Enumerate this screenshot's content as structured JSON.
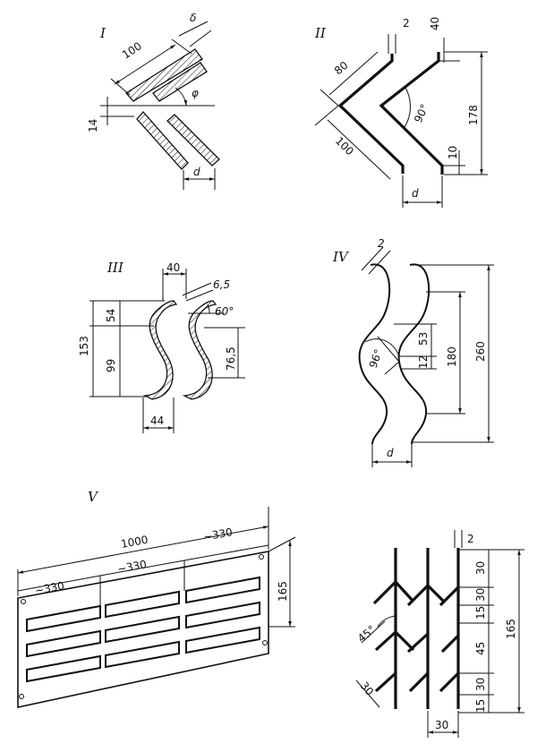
{
  "figures": {
    "I": {
      "label": "I",
      "dims": {
        "len100": "100",
        "delta": "δ",
        "angle": "φ",
        "gap14": "14",
        "d": "d"
      }
    },
    "II": {
      "label": "II",
      "dims": {
        "t2": "2",
        "d40": "40",
        "d80": "80",
        "angle": "90°",
        "d178": "178",
        "d100": "100",
        "d10": "10",
        "d": "d"
      }
    },
    "III": {
      "label": "III",
      "dims": {
        "d40": "40",
        "d6_5": "6,5",
        "angle": "60°",
        "d54": "54",
        "d153": "153",
        "d99": "99",
        "d76_5": "76,5",
        "d44": "44"
      }
    },
    "IV": {
      "label": "IV",
      "dims": {
        "t2": "2",
        "angle": "96°",
        "d53": "53",
        "d12": "12",
        "d180": "180",
        "d260": "260",
        "d": "d"
      }
    },
    "V": {
      "label": "V",
      "dims": {
        "d1000": "1000",
        "s330a": "~330",
        "s330b": "~330",
        "s330c": "~330",
        "d165": "165"
      }
    },
    "VI": {
      "dims": {
        "t2": "2",
        "a30": "30",
        "b30": "30",
        "c15": "15",
        "d45": "45",
        "e30": "30",
        "f15": "15",
        "g165": "165",
        "angle": "45°",
        "diag30": "30",
        "w30": "30"
      }
    }
  }
}
